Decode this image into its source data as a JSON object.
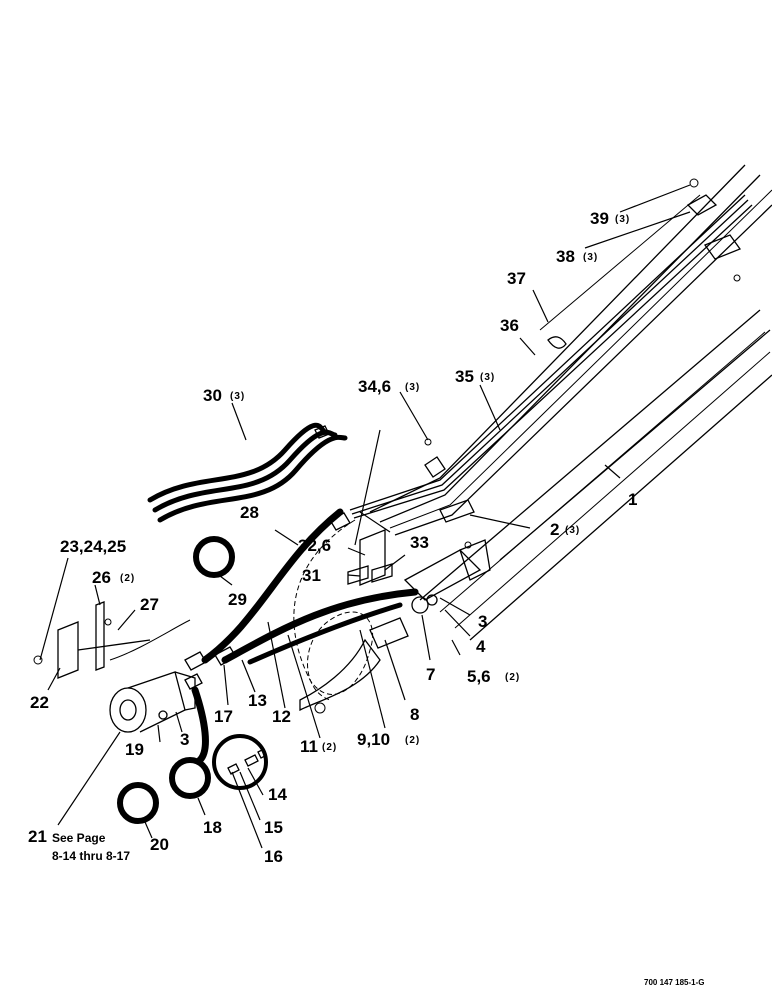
{
  "callouts": {
    "c1": "1",
    "c2": "2",
    "c2q": "(3)",
    "c3a": "3",
    "c3b": "3",
    "c4": "4",
    "c56": "5,6",
    "c56q": "(2)",
    "c7": "7",
    "c8": "8",
    "c910": "9,10",
    "c910q": "(2)",
    "c11": "11",
    "c11q": "(2)",
    "c12": "12",
    "c13": "13",
    "c14": "14",
    "c15": "15",
    "c16": "16",
    "c17": "17",
    "c18": "18",
    "c19": "19",
    "c20": "20",
    "c21": "21",
    "c22": "22",
    "c232425": "23,24,25",
    "c26": "26",
    "c26q": "(2)",
    "c27": "27",
    "c28": "28",
    "c29": "29",
    "c30": "30",
    "c30q": "(3)",
    "c31": "31",
    "c326": "32,6",
    "c33": "33",
    "c346": "34,6",
    "c346q": "(3)",
    "c35": "35",
    "c35q": "(3)",
    "c36": "36",
    "c37": "37",
    "c38": "38",
    "c38q": "(3)",
    "c39": "39",
    "c39q": "(3)"
  },
  "note_see_page": "See Page",
  "note_pages": "8-14 thru 8-17",
  "drawing_number": "700 147 185-1-G"
}
